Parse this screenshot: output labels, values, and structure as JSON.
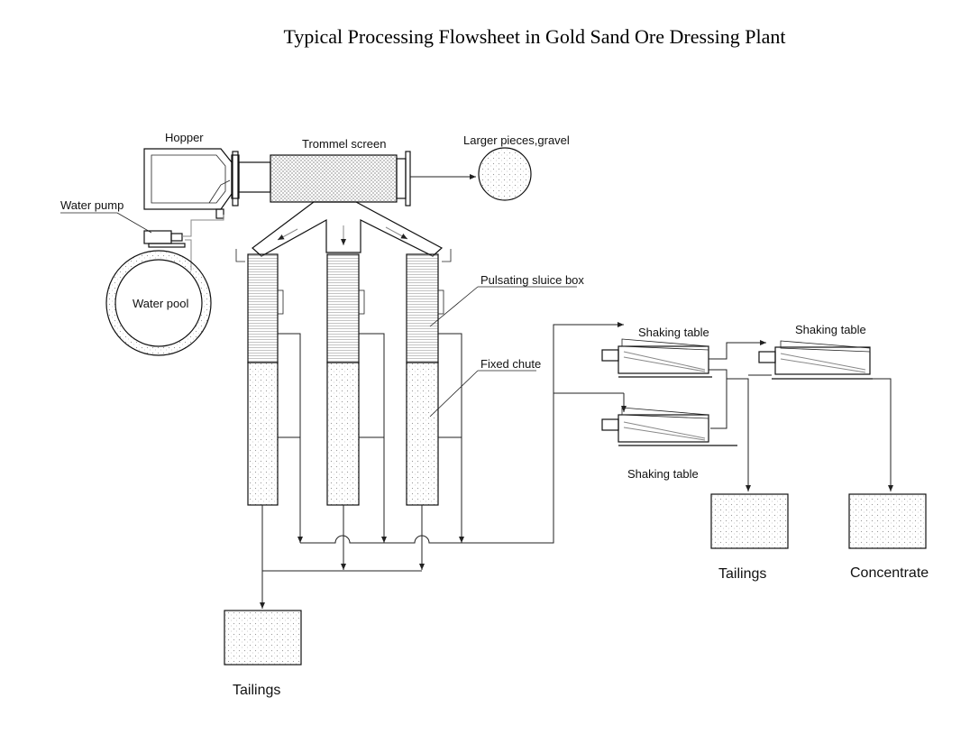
{
  "title": "Typical Processing Flowsheet in Gold Sand Ore Dressing Plant",
  "labels": {
    "hopper": "Hopper",
    "trommel_screen": "Trommel screen",
    "larger_pieces": "Larger pieces,gravel",
    "water_pump": "Water pump",
    "water_pool": "Water pool",
    "pulsating_sluice_box": "Pulsating sluice box",
    "fixed_chute": "Fixed chute",
    "shaking_table_1": "Shaking table",
    "shaking_table_2": "Shaking table",
    "shaking_table_3": "Shaking table",
    "tailings_left": "Tailings",
    "tailings_right": "Tailings",
    "concentrate": "Concentrate"
  }
}
